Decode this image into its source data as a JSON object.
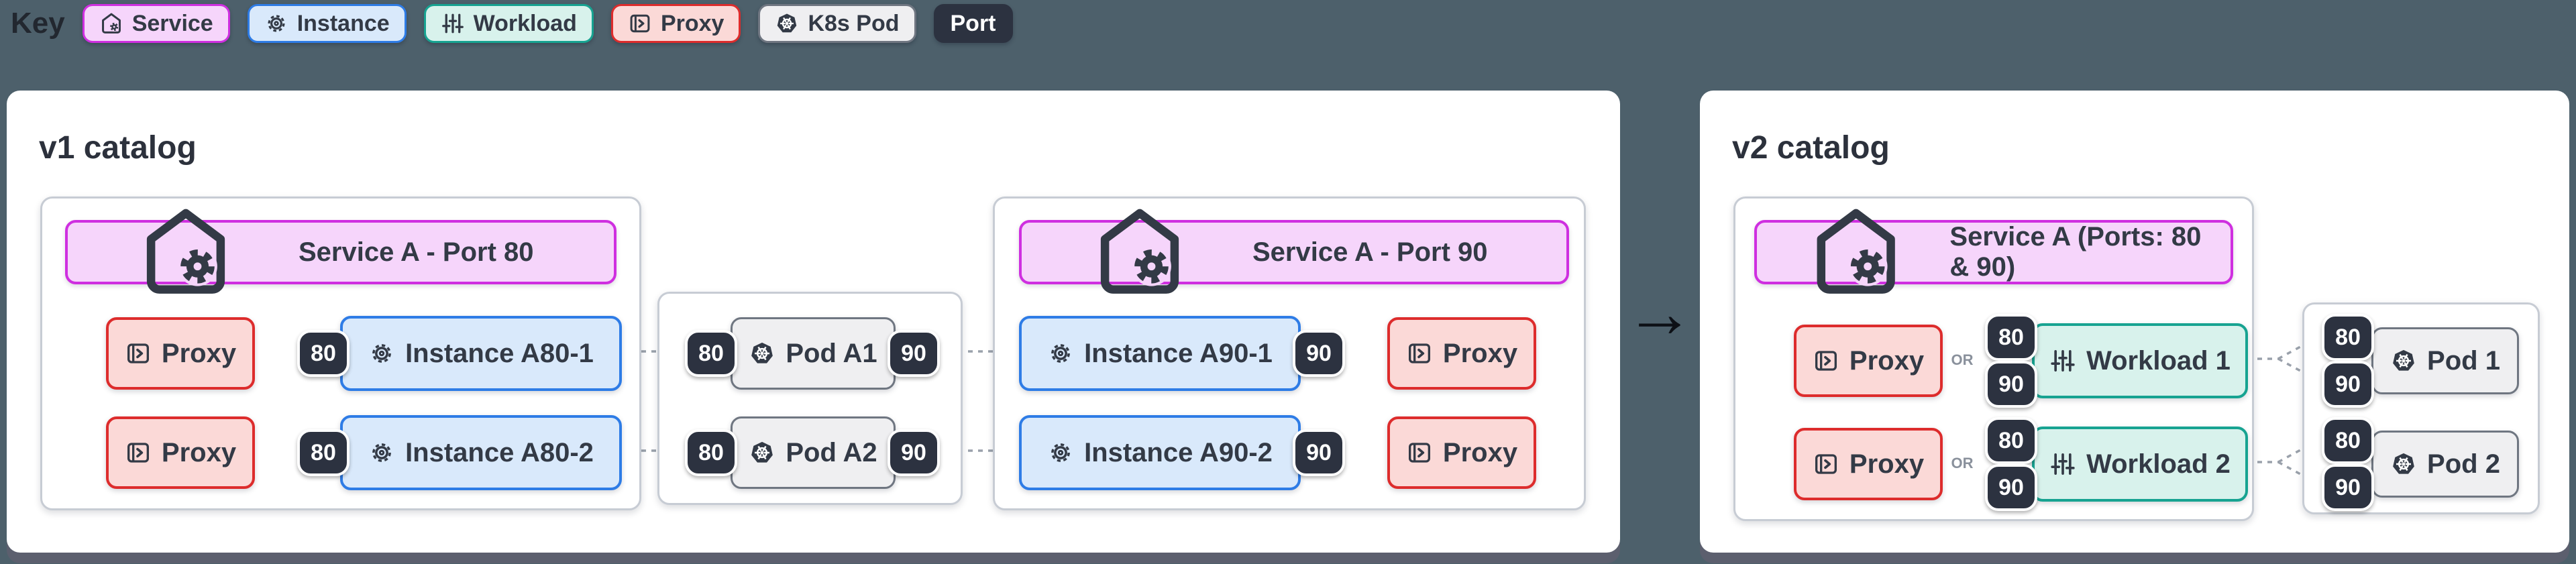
{
  "key": {
    "label": "Key",
    "items": [
      {
        "label": "Service"
      },
      {
        "label": "Instance"
      },
      {
        "label": "Workload"
      },
      {
        "label": "Proxy"
      },
      {
        "label": "K8s Pod"
      },
      {
        "label": "Port"
      }
    ]
  },
  "arrow": "→",
  "v1": {
    "title": "v1 catalog",
    "port80_group": {
      "service": "Service A - Port 80",
      "rows": [
        {
          "proxy": "Proxy",
          "port": "80",
          "instance": "Instance A80-1"
        },
        {
          "proxy": "Proxy",
          "port": "80",
          "instance": "Instance A80-2"
        }
      ]
    },
    "pods_group": {
      "rows": [
        {
          "in_port": "80",
          "pod": "Pod A1",
          "out_port": "90"
        },
        {
          "in_port": "80",
          "pod": "Pod A2",
          "out_port": "90"
        }
      ]
    },
    "port90_group": {
      "service": "Service A - Port 90",
      "rows": [
        {
          "instance": "Instance A90-1",
          "port": "90",
          "proxy": "Proxy"
        },
        {
          "instance": "Instance A90-2",
          "port": "90",
          "proxy": "Proxy"
        }
      ]
    }
  },
  "v2": {
    "title": "v2 catalog",
    "service_group": {
      "service": "Service A (Ports: 80 & 90)",
      "rows": [
        {
          "proxy": "Proxy",
          "or": "OR",
          "port_top": "80",
          "port_bottom": "90",
          "workload": "Workload 1"
        },
        {
          "proxy": "Proxy",
          "or": "OR",
          "port_top": "80",
          "port_bottom": "90",
          "workload": "Workload 2"
        }
      ]
    },
    "pods_group": {
      "rows": [
        {
          "port_top": "80",
          "port_bottom": "90",
          "pod": "Pod 1"
        },
        {
          "port_top": "80",
          "port_bottom": "90",
          "pod": "Pod 2"
        }
      ]
    }
  },
  "palette": {
    "background": "#4d606b",
    "card": "#ffffff",
    "service_fill": "#f6d5fb",
    "service_border": "#cf2fe0",
    "instance_fill": "#d9e9fb",
    "instance_border": "#2e7ce6",
    "workload_fill": "#d8f2ec",
    "workload_border": "#17a391",
    "proxy_fill": "#fbd9d7",
    "proxy_border": "#dd2c2c",
    "pod_fill": "#efeff1",
    "pod_border": "#6f7681",
    "port_fill": "#2c3240",
    "connector": "#9aa1ab"
  }
}
